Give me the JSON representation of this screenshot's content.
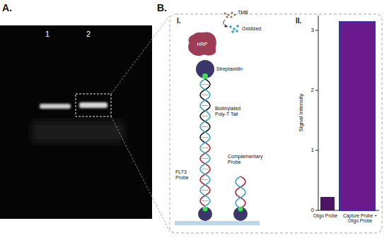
{
  "diagram": {
    "nodes": [
      {
        "text": [
          "HRP"
        ]
      }
    ],
    "labels": [
      "A.",
      "1",
      "2",
      "B.",
      "I.",
      "TMB",
      "Oxidized",
      "Streptavidin",
      "Biotinylated Poly-T Tail",
      "Complementary Probe",
      "FLT3 Probe",
      "II.",
      "3",
      "2",
      "1",
      "0",
      "Signal Intensity",
      "Oligo Probe",
      "Capture Probe + Oligo Probe"
    ]
  }
}
